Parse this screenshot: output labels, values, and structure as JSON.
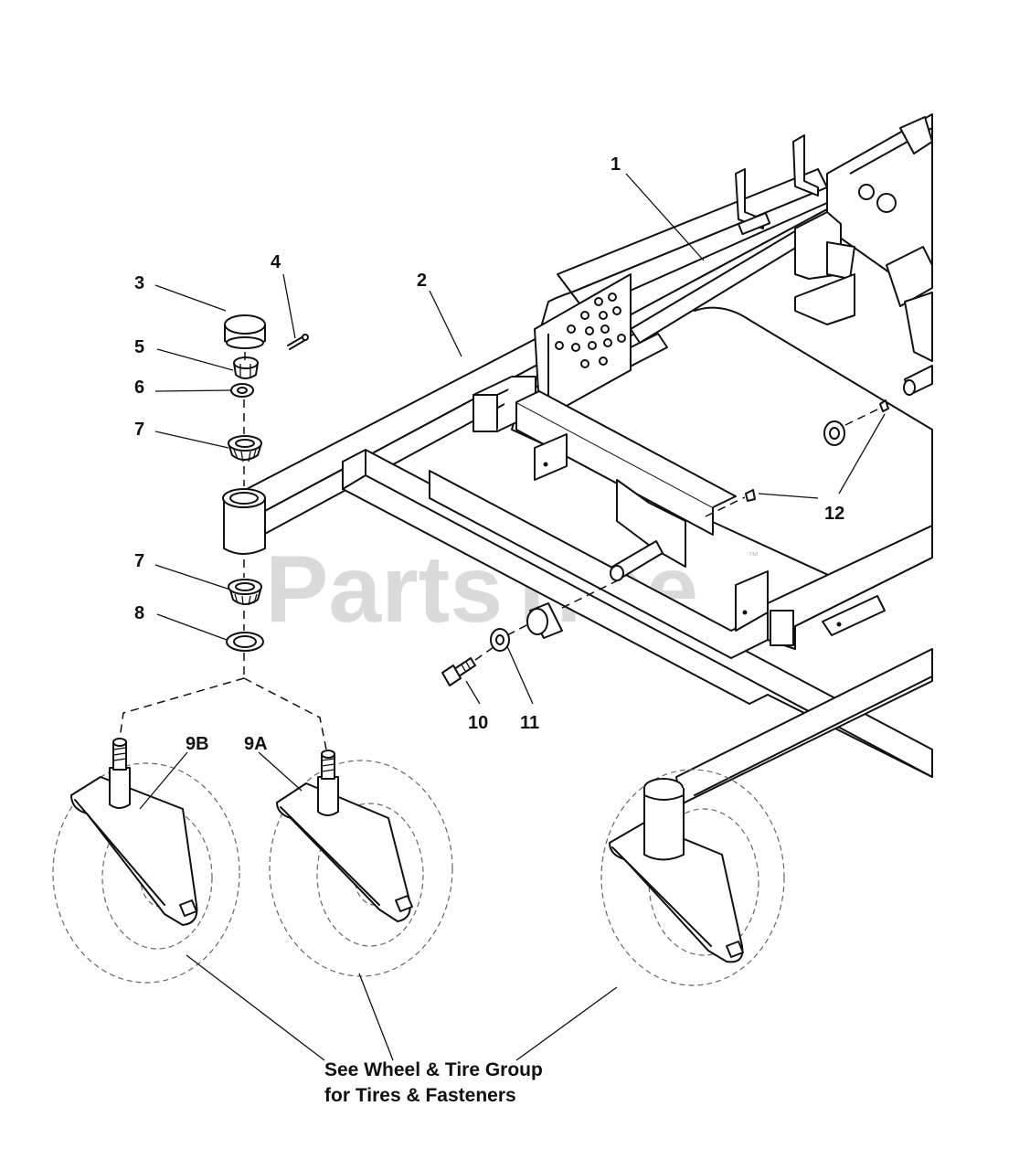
{
  "watermark": {
    "text": "PartsTree",
    "tm": "™"
  },
  "callouts": [
    {
      "id": "1",
      "text": "1"
    },
    {
      "id": "2",
      "text": "2"
    },
    {
      "id": "3",
      "text": "3"
    },
    {
      "id": "4",
      "text": "4"
    },
    {
      "id": "5",
      "text": "5"
    },
    {
      "id": "6",
      "text": "6"
    },
    {
      "id": "7a",
      "text": "7"
    },
    {
      "id": "7b",
      "text": "7"
    },
    {
      "id": "8",
      "text": "8"
    },
    {
      "id": "9A",
      "text": "9A"
    },
    {
      "id": "9B",
      "text": "9B"
    },
    {
      "id": "10",
      "text": "10"
    },
    {
      "id": "11",
      "text": "11"
    },
    {
      "id": "12",
      "text": "12"
    }
  ],
  "note": {
    "line1": "See Wheel & Tire Group",
    "line2": "for Tires & Fasteners"
  }
}
